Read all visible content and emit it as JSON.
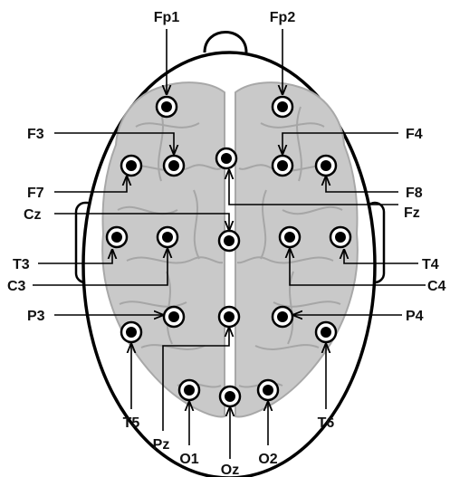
{
  "electrodes": {
    "Fp1": "Fp1",
    "Fp2": "Fp2",
    "F3": "F3",
    "F4": "F4",
    "F7": "F7",
    "F8": "F8",
    "Fz": "Fz",
    "Cz": "Cz",
    "C3": "C3",
    "C4": "C4",
    "T3": "T3",
    "T4": "T4",
    "T5": "T5",
    "T6": "T6",
    "P3": "P3",
    "P4": "P4",
    "Pz": "Pz",
    "O1": "O1",
    "O2": "O2",
    "Oz": "Oz"
  }
}
